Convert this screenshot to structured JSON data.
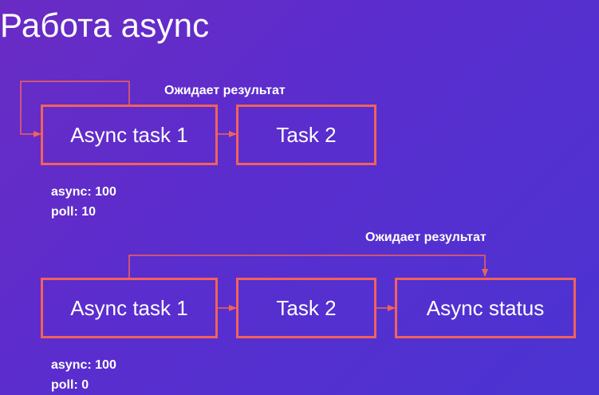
{
  "slide": {
    "title": "Работа async"
  },
  "colors": {
    "background_start": "#6a2bc4",
    "background_end": "#4b34d2",
    "accent": "#f0625b",
    "text": "#ffffff"
  },
  "diagram_top": {
    "note": "Ожидает результат",
    "boxes": [
      "Async task 1",
      "Task 2"
    ],
    "stats": {
      "async": "async: 100",
      "poll": "poll: 10"
    }
  },
  "diagram_bottom": {
    "note": "Ожидает результат",
    "boxes": [
      "Async task 1",
      "Task 2",
      "Async status"
    ],
    "stats": {
      "async": "async: 100",
      "poll": "poll: 0"
    }
  }
}
